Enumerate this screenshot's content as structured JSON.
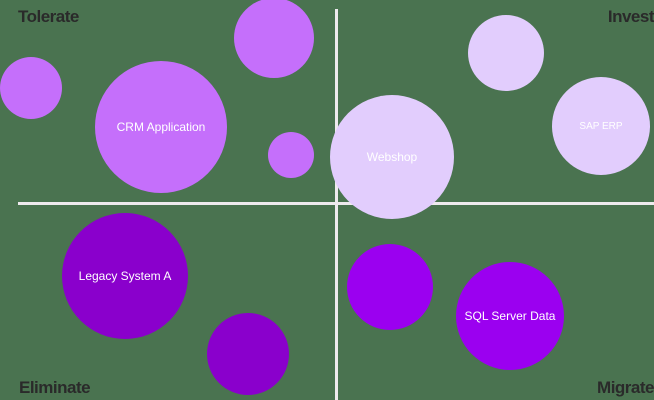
{
  "chart_data": {
    "type": "scatter",
    "subtype": "bubble-quadrant",
    "title": "",
    "xlabel": "",
    "ylabel": "",
    "grid": false,
    "legend": null,
    "quadrants": {
      "top_left": "Tolerate",
      "top_right": "Invest",
      "bottom_left": "Eliminate",
      "bottom_right": "Migrate"
    },
    "axes": {
      "horizontal_y": 203,
      "horizontal_x_start": 18,
      "vertical_x": 336,
      "vertical_y_start": 9,
      "color": "#eeeaee"
    },
    "colors": {
      "background": "#4a7350",
      "tolerate": "#c56ffb",
      "invest": "#e2cdfd",
      "eliminate": "#8a00cc",
      "migrate": "#9b00f0",
      "label_text": "#2a2a2a"
    },
    "series": [
      {
        "name": "Tolerate",
        "color": "#c56ffb",
        "points": [
          {
            "label": "",
            "cx": 31,
            "cy": 88,
            "r": 31
          },
          {
            "label": "CRM Application",
            "cx": 161,
            "cy": 127,
            "r": 66
          },
          {
            "label": "",
            "cx": 274,
            "cy": 38,
            "r": 40
          },
          {
            "label": "",
            "cx": 291,
            "cy": 155,
            "r": 23
          }
        ]
      },
      {
        "name": "Invest",
        "color": "#e2cdfd",
        "points": [
          {
            "label": "Webshop",
            "cx": 392,
            "cy": 157,
            "r": 62
          },
          {
            "label": "",
            "cx": 506,
            "cy": 53,
            "r": 38
          },
          {
            "label": "SAP ERP",
            "cx": 601,
            "cy": 126,
            "r": 49
          }
        ]
      },
      {
        "name": "Eliminate",
        "color": "#8a00cc",
        "points": [
          {
            "label": "Legacy System A",
            "cx": 125,
            "cy": 276,
            "r": 63
          },
          {
            "label": "",
            "cx": 248,
            "cy": 354,
            "r": 41
          }
        ]
      },
      {
        "name": "Migrate",
        "color": "#9b00f0",
        "points": [
          {
            "label": "",
            "cx": 390,
            "cy": 287,
            "r": 43
          },
          {
            "label": "SQL Server Data",
            "cx": 510,
            "cy": 316,
            "r": 54
          }
        ]
      }
    ]
  }
}
